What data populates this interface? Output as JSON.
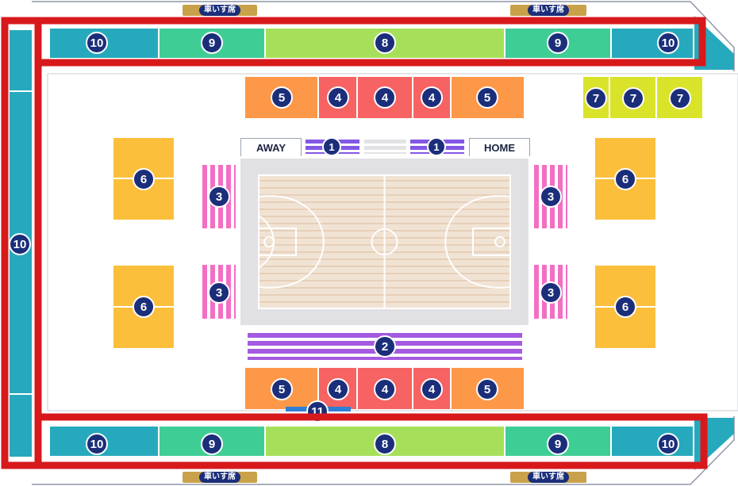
{
  "labels": {
    "away": "AWAY",
    "home": "HOME",
    "wheelchair": "車いす席"
  },
  "sections": {
    "s1": "1",
    "s2": "2",
    "s3": "3",
    "s4": "4",
    "s5": "5",
    "s6": "6",
    "s7": "7",
    "s8": "8",
    "s9": "9",
    "s10": "10",
    "s11": "11"
  },
  "colors": {
    "sec10": "#27a9bd",
    "sec9": "#3fcd96",
    "sec8": "#a6e05a",
    "sec7": "#d9e32a",
    "sec6": "#fbbf3c",
    "sec5": "#fd9848",
    "sec4": "#f76262",
    "sec3": "#f26fc4",
    "sec2": "#a35ae0",
    "sec1": "#8257e5",
    "highlight": "#d7191c",
    "badge": "#1b2e7a"
  }
}
